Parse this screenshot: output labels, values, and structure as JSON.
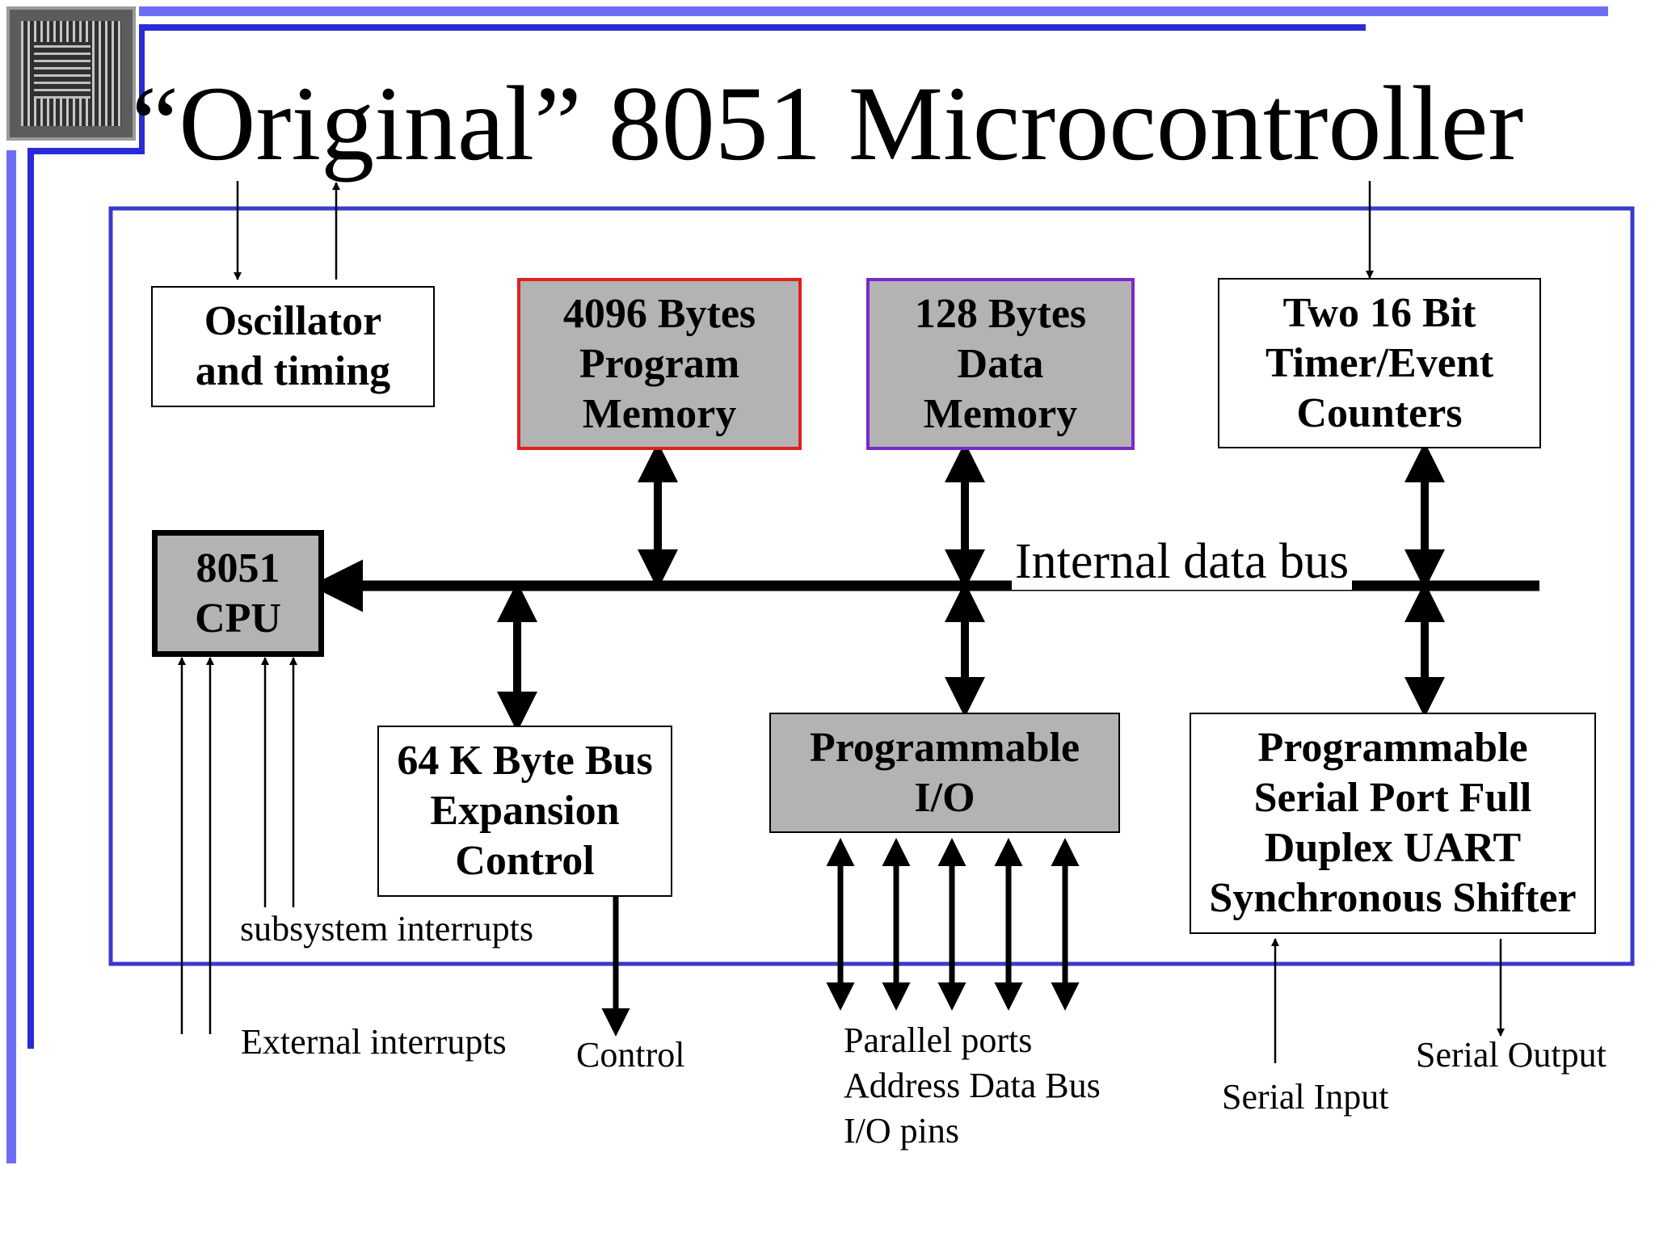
{
  "title": "“Original” 8051 Microcontroller",
  "colors": {
    "slide_accent_blue": "#2b2bd6",
    "slide_accent_light": "#6d6ef2",
    "outline_blue": "#3a3acc",
    "program_memory_border": "#e02020",
    "data_memory_border": "#7a28c8",
    "shaded_box_fill": "#b3b3b3",
    "bus_black": "#000000"
  },
  "logo_icon": "chip-die-icon",
  "blocks": {
    "oscillator": "Oscillator\nand timing",
    "program_memory": "4096 Bytes\nProgram\nMemory",
    "data_memory": "128 Bytes\nData\nMemory",
    "timers": "Two 16 Bit\nTimer/Event\nCounters",
    "cpu": "8051\nCPU",
    "bus_expansion": "64 K Byte Bus\nExpansion\nControl",
    "programmable_io": "Programmable\nI/O",
    "serial_port": "Programmable\nSerial Port Full\nDuplex UART\nSynchronous Shifter"
  },
  "labels": {
    "internal_bus": "Internal data bus",
    "subsystem_interrupts": "subsystem interrupts",
    "external_interrupts": "External interrupts",
    "control": "Control",
    "parallel_ports": "Parallel ports\nAddress Data Bus\nI/O pins",
    "serial_input": "Serial Input",
    "serial_output": "Serial Output"
  }
}
